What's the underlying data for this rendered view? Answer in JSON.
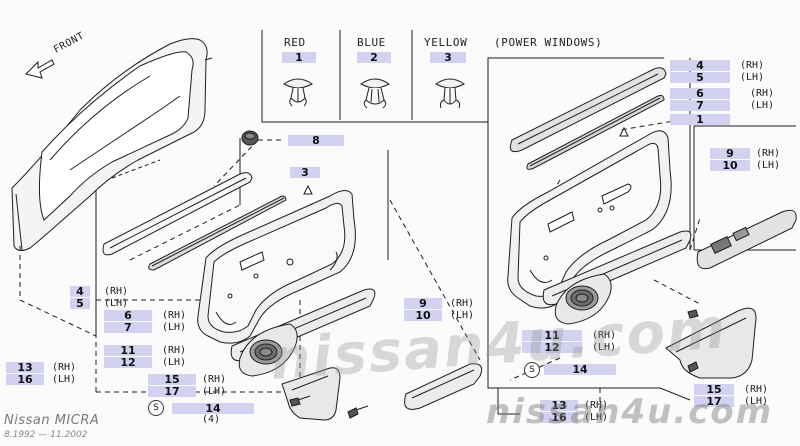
{
  "clip_legend": [
    {
      "color_label": "RED",
      "part_no": "1"
    },
    {
      "color_label": "BLUE",
      "part_no": "2"
    },
    {
      "color_label": "YELLOW",
      "part_no": "3"
    }
  ],
  "clip_legend_note": "(POWER WINDOWS)",
  "front_label": "FRONT",
  "side_rh": "(RH)",
  "side_lh": "(LH)",
  "left_assembly": {
    "clip_cap_no": "8",
    "clip_no": "3",
    "seal_strip": {
      "rh": "4",
      "lh": "5"
    },
    "trim_panel": {
      "rh": "6",
      "lh": "7"
    },
    "panel_alt": {
      "rh": "11",
      "lh": "12"
    },
    "assembly": {
      "rh": "13",
      "lh": "16"
    },
    "pocket": {
      "rh": "15",
      "lh": "17"
    },
    "armrest": {
      "rh": "9",
      "lh": "10"
    },
    "screw_no": "14",
    "screw_qty": "(4)",
    "screw_symbol": "S"
  },
  "right_assembly": {
    "strip_upper": {
      "rh": "4",
      "lh": "5"
    },
    "strip_lower": {
      "rh": "6",
      "lh": "7"
    },
    "clip_no": "1",
    "switch_panel": {
      "rh": "9",
      "lh": "10"
    },
    "panel": {
      "rh": "11",
      "lh": "12"
    },
    "screw_no": "14",
    "screw_symbol": "S",
    "pocket": {
      "rh": "15",
      "lh": "17"
    },
    "assembly": {
      "rh": "13",
      "lh": "16"
    }
  },
  "watermark": "nissan4u.com",
  "brand_title": "Nissan MICRA",
  "date_range": "8.1992 — 11.2002"
}
